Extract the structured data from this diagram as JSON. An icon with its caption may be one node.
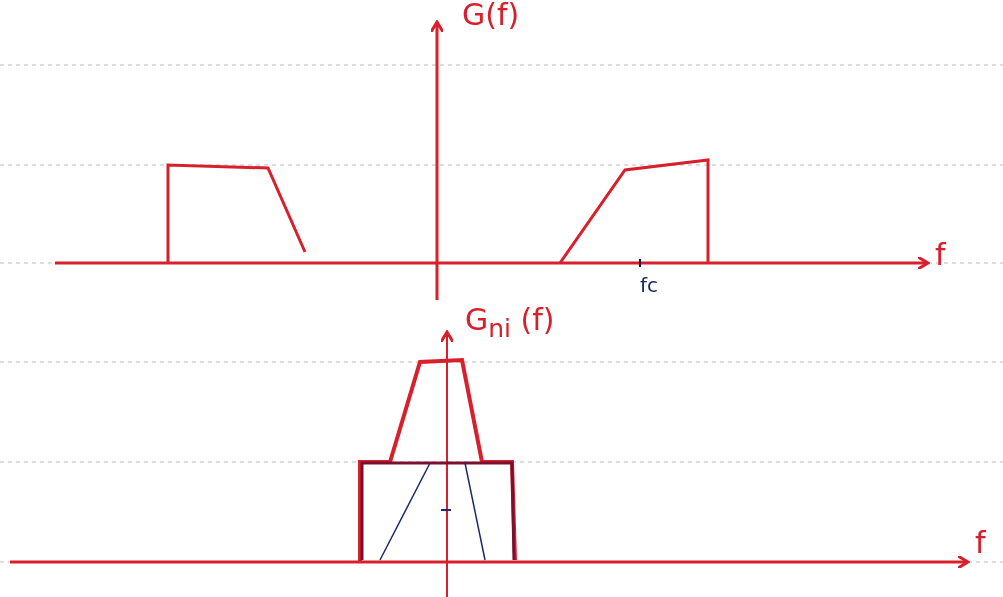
{
  "diagram": {
    "labels": [
      "G(f)",
      "f",
      "fc",
      "G$_{ni}$ (f)",
      "f"
    ]
  }
}
